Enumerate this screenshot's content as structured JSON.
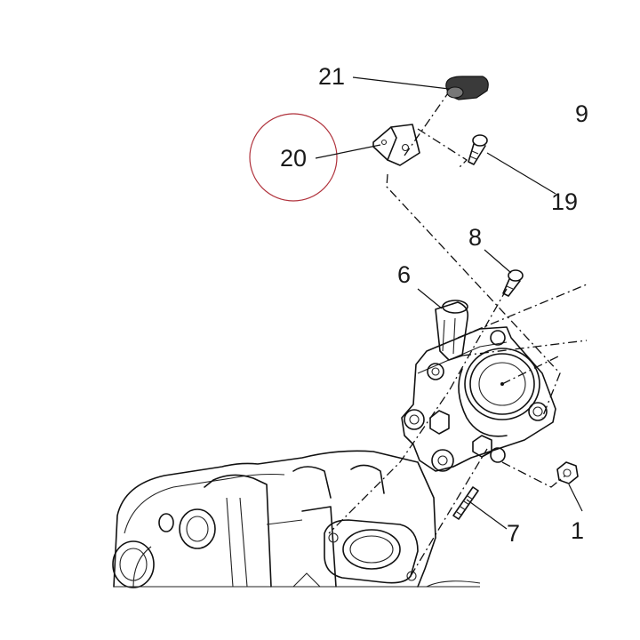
{
  "diagram": {
    "callouts": {
      "c21": "21",
      "c20": "20",
      "c19": "19",
      "c9": "9",
      "c8": "8",
      "c6": "6",
      "c7": "7",
      "c1": "1"
    },
    "highlight_color": "#b0323c",
    "line_color": "#111111"
  }
}
